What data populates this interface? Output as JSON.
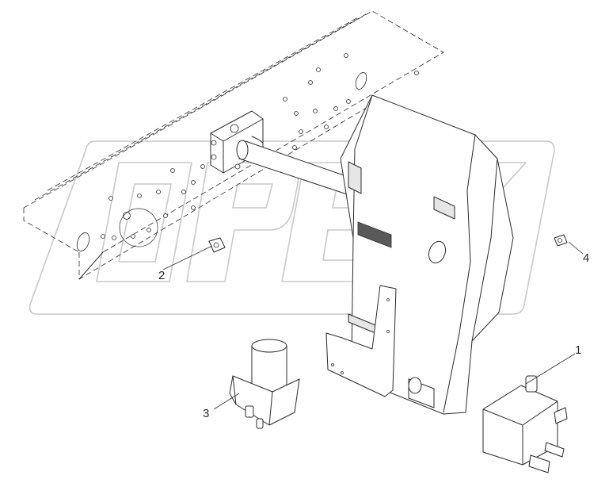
{
  "callouts": [
    {
      "id": "1",
      "label": "1"
    },
    {
      "id": "2",
      "label": "2"
    },
    {
      "id": "3",
      "label": "3"
    },
    {
      "id": "4",
      "label": "4"
    }
  ],
  "watermark": {
    "text": "OPEX"
  }
}
